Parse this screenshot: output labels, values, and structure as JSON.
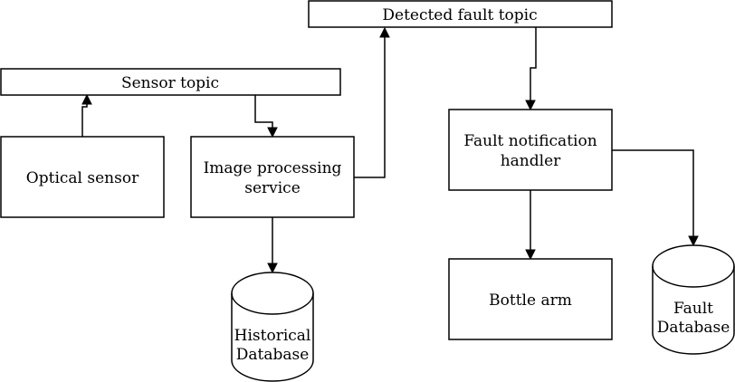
{
  "diagram": {
    "nodes": {
      "sensor_topic": "Sensor topic",
      "detected_fault_topic": "Detected fault topic",
      "optical_sensor": "Optical sensor",
      "image_processing_line1": "Image processing",
      "image_processing_line2": "service",
      "historical_db_line1": "Historical",
      "historical_db_line2": "Database",
      "fault_handler_line1": "Fault notification",
      "fault_handler_line2": "handler",
      "bottle_arm": "Bottle arm",
      "fault_db_line1": "Fault",
      "fault_db_line2": "Database"
    }
  }
}
